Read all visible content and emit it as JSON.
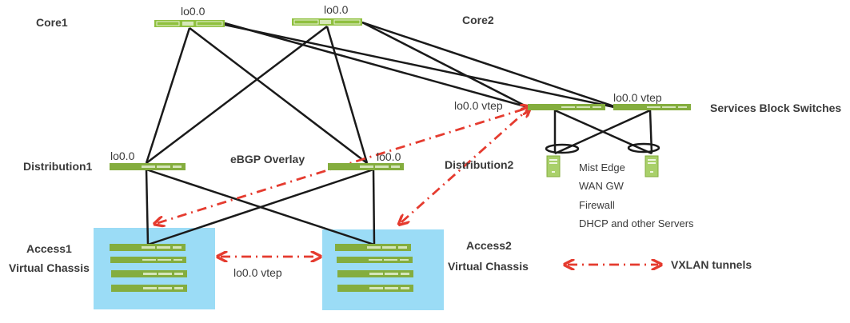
{
  "colors": {
    "switch": "#84ad3e",
    "switch_core": "#8fc03f",
    "link": "#1a1a1a",
    "tunnel": "#e53b2f",
    "vc_bg": "#9bdcf6",
    "server": "#a9d06a",
    "text": "#3a3a3a"
  },
  "labels": {
    "core1": "Core1",
    "core2": "Core2",
    "core1_lo": "lo0.0",
    "core2_lo": "lo0.0",
    "distribution1": "Distribution1",
    "distribution2": "Distribution2",
    "dist1_lo": "lo0.0",
    "dist2_lo": "lo0.0",
    "ebgp_overlay": "eBGP Overlay",
    "svc1_lo": "lo0.0 vtep",
    "svc2_lo": "lo0.0 vtep",
    "services_block": "Services Block Switches",
    "access1": "Access1",
    "access1_vc": "Virtual Chassis",
    "access2": "Access2",
    "access2_vc": "Virtual Chassis",
    "access_vtep": "lo0.0 vtep",
    "legend_vxlan": "VXLAN tunnels"
  },
  "services": [
    "Mist Edge",
    "WAN GW",
    "Firewall",
    "DHCP and other Servers"
  ]
}
